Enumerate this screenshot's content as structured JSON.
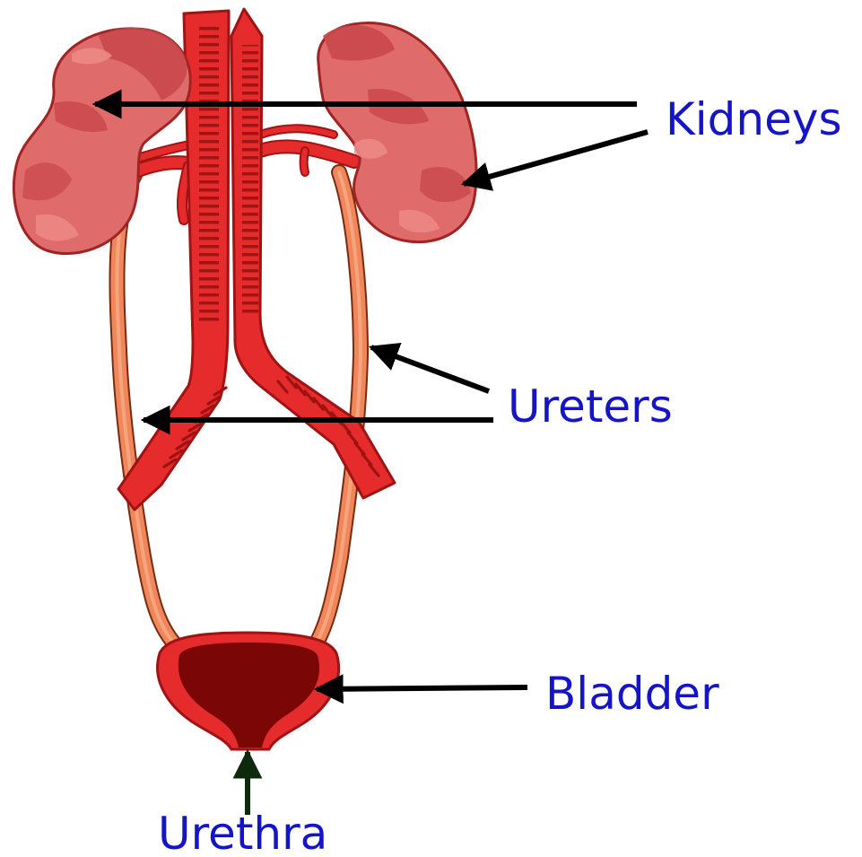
{
  "diagram": {
    "labels": {
      "kidneys": "Kidneys",
      "ureters": "Ureters",
      "bladder": "Bladder",
      "urethra": "Urethra"
    },
    "colors": {
      "label_text": "#1414c8",
      "arrow": "#000000",
      "urethra_arrow": "#0d2a0d",
      "kidney_fill": "#e06b6b",
      "kidney_shade": "#c9484b",
      "kidney_lobe": "#ec8a86",
      "vessel_red": "#e52b2b",
      "vessel_dark": "#a01313",
      "ureter": "#f0875a",
      "bladder_wall": "#e52b2b",
      "bladder_inner": "#7a0606"
    }
  }
}
